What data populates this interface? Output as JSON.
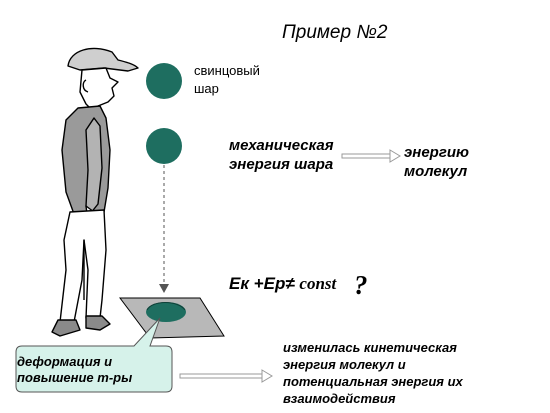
{
  "title": "Пример №2",
  "ball_label": [
    "свинцовый",
    "шар"
  ],
  "mechanical_energy": [
    "механическая",
    "энергия шара"
  ],
  "molecule_energy": [
    "энергию",
    "молекул"
  ],
  "formula": {
    "lhs": "Ек +Ер",
    "neq": "≠",
    "rhs": "const"
  },
  "question_mark": "?",
  "changed_energy": [
    "изменилась кинетическая",
    "энергия молекул и",
    "потенциальная энергия их",
    "взаимодействия"
  ],
  "deformation_bubble": [
    "деформация и",
    "повышение т-ры"
  ],
  "colors": {
    "ball": "#1e6e60",
    "bubble_fill": "#d6f2ea",
    "arrow": "#9a9a9a",
    "plate": "#b8b8b8",
    "figure": "#c8c8c8"
  }
}
